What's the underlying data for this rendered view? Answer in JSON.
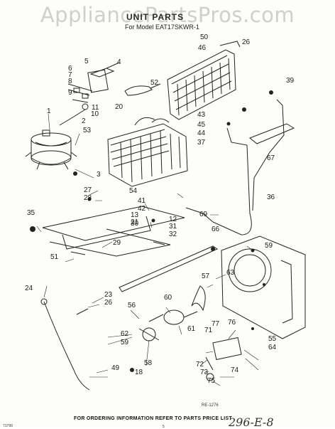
{
  "watermark": "AppliancePartsPros.com",
  "title": "UNIT PARTS",
  "model": "For Model EAT17SKWR-1",
  "reference_code": "RE-1276",
  "footer_note": "FOR ORDERING INFORMATION REFER TO PARTS PRICE LIST",
  "left_code": "71799",
  "page_mark": "5",
  "handwritten_note": "296-E-8",
  "callouts": [
    {
      "id": "c1",
      "text": "1"
    },
    {
      "id": "c2",
      "text": "2"
    },
    {
      "id": "c3",
      "text": "3"
    },
    {
      "id": "c4",
      "text": "4"
    },
    {
      "id": "c5",
      "text": "5"
    },
    {
      "id": "c6",
      "text": "6"
    },
    {
      "id": "c7",
      "text": "7"
    },
    {
      "id": "c8",
      "text": "8"
    },
    {
      "id": "c9",
      "text": "9"
    },
    {
      "id": "c10",
      "text": "10"
    },
    {
      "id": "c11",
      "text": "11"
    },
    {
      "id": "c53",
      "text": "53"
    },
    {
      "id": "c52",
      "text": "52"
    },
    {
      "id": "c20",
      "text": "20"
    },
    {
      "id": "c50",
      "text": "50"
    },
    {
      "id": "c26a",
      "text": "26"
    },
    {
      "id": "c46",
      "text": "46"
    },
    {
      "id": "c39",
      "text": "39"
    },
    {
      "id": "c43",
      "text": "43"
    },
    {
      "id": "c45",
      "text": "45"
    },
    {
      "id": "c44",
      "text": "44"
    },
    {
      "id": "c37",
      "text": "37"
    },
    {
      "id": "c67",
      "text": "67"
    },
    {
      "id": "c36",
      "text": "36"
    },
    {
      "id": "c54",
      "text": "54"
    },
    {
      "id": "c27",
      "text": "27"
    },
    {
      "id": "c28",
      "text": "28"
    },
    {
      "id": "c41",
      "text": "41"
    },
    {
      "id": "c42",
      "text": "42"
    },
    {
      "id": "c13",
      "text": "13"
    },
    {
      "id": "c21",
      "text": "21"
    },
    {
      "id": "c30",
      "text": "30"
    },
    {
      "id": "c12",
      "text": "12"
    },
    {
      "id": "c31",
      "text": "31"
    },
    {
      "id": "c32",
      "text": "32"
    },
    {
      "id": "c69",
      "text": "69"
    },
    {
      "id": "c66",
      "text": "66"
    },
    {
      "id": "c35",
      "text": "35"
    },
    {
      "id": "c29",
      "text": "29"
    },
    {
      "id": "c51",
      "text": "51"
    },
    {
      "id": "c59a",
      "text": "59"
    },
    {
      "id": "c24",
      "text": "24"
    },
    {
      "id": "c23",
      "text": "23"
    },
    {
      "id": "c26b",
      "text": "26"
    },
    {
      "id": "c57",
      "text": "57"
    },
    {
      "id": "c63",
      "text": "63"
    },
    {
      "id": "c60",
      "text": "60"
    },
    {
      "id": "c56",
      "text": "56"
    },
    {
      "id": "c61",
      "text": "61"
    },
    {
      "id": "c62",
      "text": "62"
    },
    {
      "id": "c59b",
      "text": "59"
    },
    {
      "id": "c58",
      "text": "58"
    },
    {
      "id": "c49",
      "text": "49"
    },
    {
      "id": "c18",
      "text": "18"
    },
    {
      "id": "c77",
      "text": "77"
    },
    {
      "id": "c71",
      "text": "71"
    },
    {
      "id": "c76",
      "text": "76"
    },
    {
      "id": "c55",
      "text": "55"
    },
    {
      "id": "c64",
      "text": "64"
    },
    {
      "id": "c72",
      "text": "72"
    },
    {
      "id": "c73",
      "text": "73"
    },
    {
      "id": "c74",
      "text": "74"
    },
    {
      "id": "c75",
      "text": "75"
    }
  ]
}
